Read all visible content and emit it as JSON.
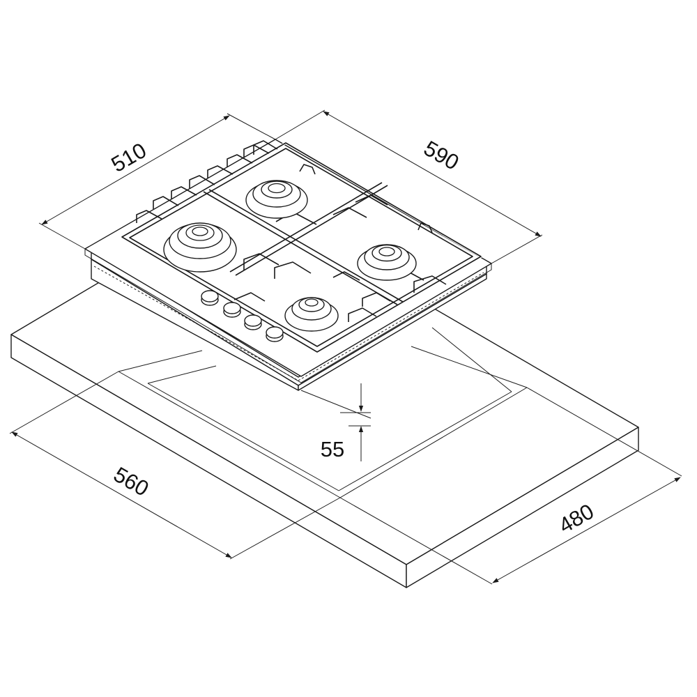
{
  "dimensions": {
    "hob_depth": "510",
    "hob_width": "590",
    "built_in_height": "55",
    "cutout_width": "560",
    "cutout_depth": "480"
  },
  "colors": {
    "line": "#1a1a1a",
    "background": "#ffffff"
  },
  "parts": {
    "burners": 4,
    "knobs": 4
  }
}
